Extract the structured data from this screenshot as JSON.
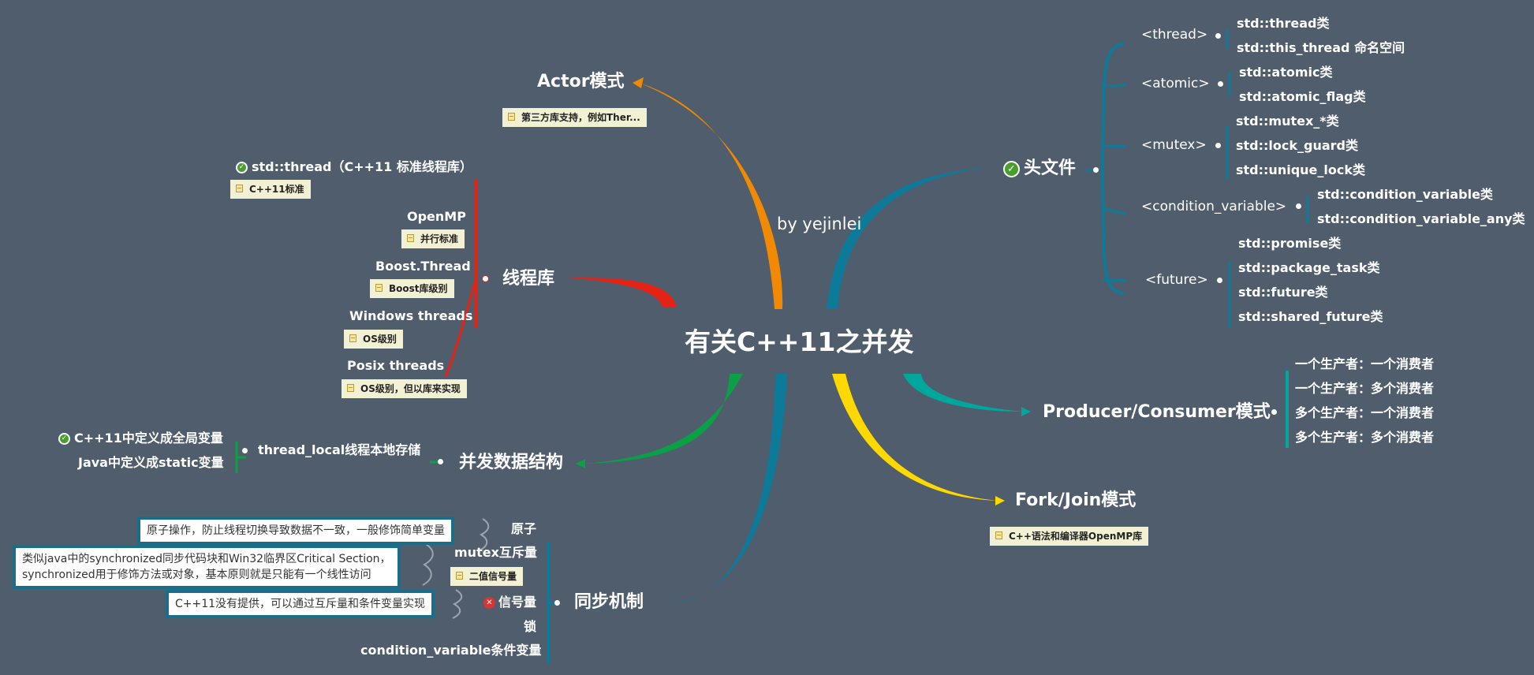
{
  "center": {
    "title": "有关C++11之并发",
    "author": "by yejinlei"
  },
  "actor": {
    "title": "Actor模式",
    "note": "第三方库支持，例如Ther..."
  },
  "header_files": {
    "title": "头文件",
    "groups": [
      {
        "label": "<thread>",
        "items": [
          "std::thread类",
          "std::this_thread 命名空间"
        ]
      },
      {
        "label": "<atomic>",
        "items": [
          "std::atomic类",
          "std::atomic_flag类"
        ]
      },
      {
        "label": "<mutex>",
        "items": [
          "std::mutex_*类",
          "std::lock_guard类",
          "std::unique_lock类"
        ]
      },
      {
        "label": "<condition_variable>",
        "items": [
          "std::condition_variable类",
          "std::condition_variable_any类"
        ]
      },
      {
        "label": "<future>",
        "items": [
          "std::promise类",
          "std::package_task类",
          "std::future类",
          "std::shared_future类"
        ]
      }
    ]
  },
  "thread_lib": {
    "title": "线程库",
    "std_thread": {
      "label": "std::thread（C++11 标准线程库）",
      "note": "C++11标准"
    },
    "openmp": {
      "label": "OpenMP",
      "note": "并行标准"
    },
    "boost": {
      "label": "Boost.Thread",
      "note": "Boost库级别"
    },
    "windows": {
      "label": "Windows threads",
      "note": "OS级别"
    },
    "posix": {
      "label": "Posix threads",
      "note": "OS级别，但以库来实现"
    }
  },
  "producer": {
    "title": "Producer/Consumer模式",
    "items": [
      "一个生产者：一个消费者",
      "一个生产者：多个消费者",
      "多个生产者：一个消费者",
      "多个生产者：多个消费者"
    ]
  },
  "fork_join": {
    "title": "Fork/Join模式",
    "note": "C++语法和编译器OpenMP库"
  },
  "concurrent_ds": {
    "title": "并发数据结构",
    "tls": "thread_local线程本地存储",
    "tls_items": [
      "C++11中定义成全局变量",
      "Java中定义成static变量"
    ]
  },
  "sync": {
    "title": "同步机制",
    "atomic": {
      "label": "原子",
      "callout": "原子操作，防止线程切换导致数据不一致，一般修饰简单变量"
    },
    "mutex": {
      "label": "mutex互斥量",
      "note": "二值信号量",
      "callout_line1": "类似java中的synchronized同步代码块和Win32临界区Critical Section，",
      "callout_line2": "synchronized用于修饰方法或对象，基本原则就是只能有一个线性访问"
    },
    "semaphore": {
      "label": "信号量",
      "callout": "C++11没有提供，可以通过互斥量和条件变量实现"
    },
    "lock": {
      "label": "锁"
    },
    "condvar": {
      "label": "condition_variable条件变量"
    }
  },
  "colors": {
    "background": "#505d6c",
    "actor_branch": "#f18a00",
    "header_branch": "#0e7a9a",
    "thread_lib_branch": "#e42315",
    "producer_branch": "#00a79d",
    "fork_join_branch": "#ffd800",
    "concurrent_ds_branch": "#0aa145",
    "sync_branch": "#0e7a9a"
  }
}
